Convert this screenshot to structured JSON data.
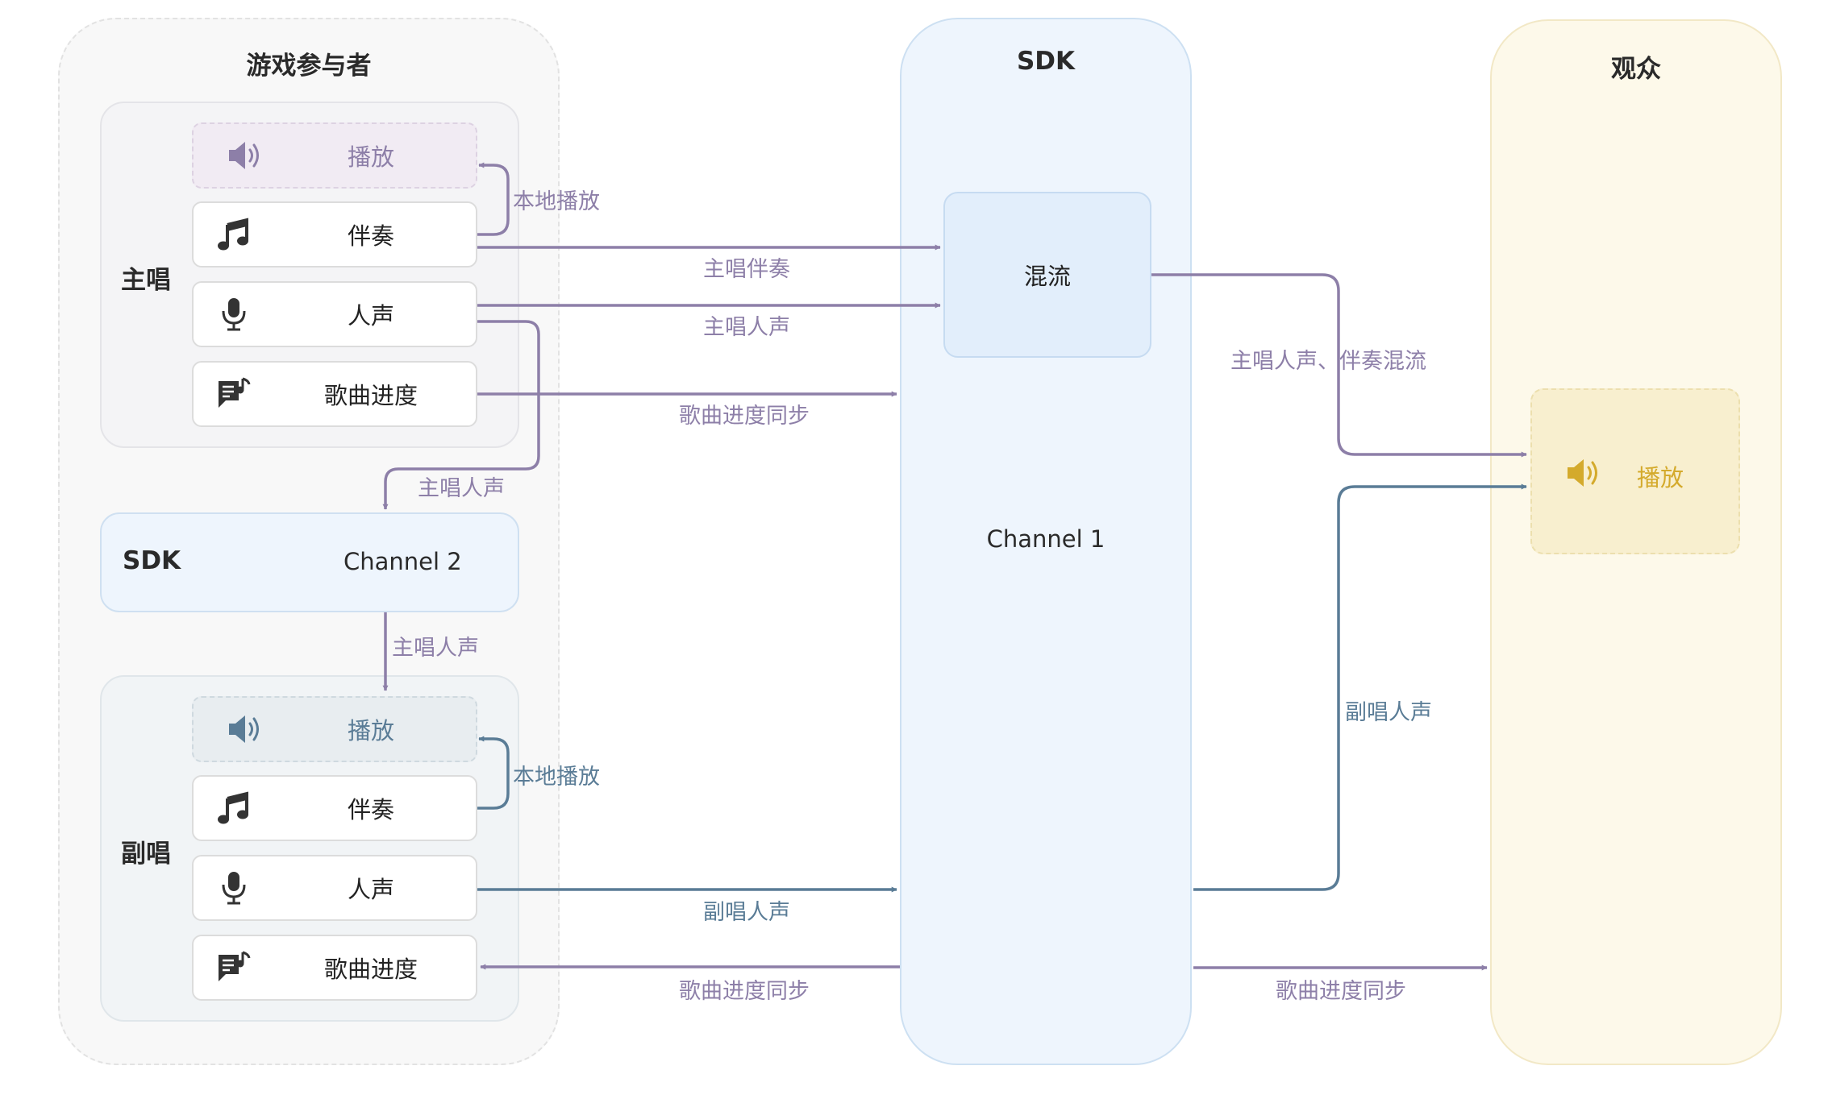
{
  "participants": {
    "title": "游戏参与者",
    "lead": {
      "role": "主唱",
      "items": {
        "playback": "播放",
        "accompaniment": "伴奏",
        "vocal": "人声",
        "progress": "歌曲进度"
      }
    },
    "sub_sdk": {
      "label": "SDK",
      "channel": "Channel 2"
    },
    "backup": {
      "role": "副唱",
      "items": {
        "playback": "播放",
        "accompaniment": "伴奏",
        "vocal": "人声",
        "progress": "歌曲进度"
      }
    }
  },
  "sdk": {
    "title": "SDK",
    "mix": "混流",
    "channel": "Channel 1"
  },
  "audience": {
    "title": "观众",
    "playback": "播放"
  },
  "edges": {
    "lead_local_play": "本地播放",
    "lead_accompaniment": "主唱伴奏",
    "lead_vocal": "主唱人声",
    "lead_progress_sync": "歌曲进度同步",
    "lead_vocal_to_channel2": "主唱人声",
    "channel2_to_backup": "主唱人声",
    "backup_local_play": "本地播放",
    "backup_vocal": "副唱人声",
    "backup_progress_sync": "歌曲进度同步",
    "mix_to_audience": "主唱人声、伴奏混流",
    "backup_vocal_to_audience": "副唱人声",
    "progress_to_audience": "歌曲进度同步"
  },
  "icons": [
    "speaker-icon",
    "music-note-icon",
    "microphone-icon",
    "song-progress-icon"
  ],
  "colors": {
    "purple_edge": "#8d7fa8",
    "blue_edge": "#5a7c96",
    "sdk_lane_fill": "#eef5fd",
    "audience_lane_fill": "#fdf9ea",
    "audience_accent": "#d4aa2c"
  }
}
